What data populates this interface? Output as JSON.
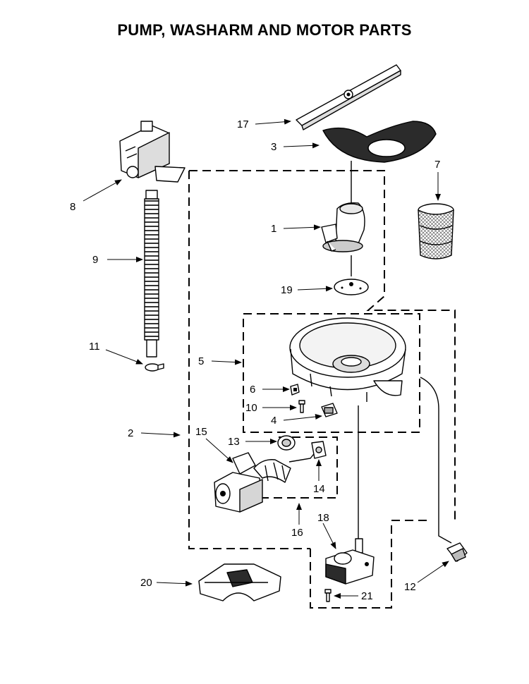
{
  "title": "PUMP, WASHARM AND MOTOR PARTS",
  "callouts": [
    {
      "id": "17",
      "text": "17"
    },
    {
      "id": "3",
      "text": "3"
    },
    {
      "id": "7",
      "text": "7"
    },
    {
      "id": "8",
      "text": "8"
    },
    {
      "id": "1",
      "text": "1"
    },
    {
      "id": "9",
      "text": "9"
    },
    {
      "id": "19",
      "text": "19"
    },
    {
      "id": "11",
      "text": "11"
    },
    {
      "id": "5",
      "text": "5"
    },
    {
      "id": "6",
      "text": "6"
    },
    {
      "id": "10",
      "text": "10"
    },
    {
      "id": "4",
      "text": "4"
    },
    {
      "id": "2",
      "text": "2"
    },
    {
      "id": "15",
      "text": "15"
    },
    {
      "id": "13",
      "text": "13"
    },
    {
      "id": "14",
      "text": "14"
    },
    {
      "id": "16",
      "text": "16"
    },
    {
      "id": "18",
      "text": "18"
    },
    {
      "id": "20",
      "text": "20"
    },
    {
      "id": "12",
      "text": "12"
    },
    {
      "id": "21",
      "text": "21"
    }
  ]
}
